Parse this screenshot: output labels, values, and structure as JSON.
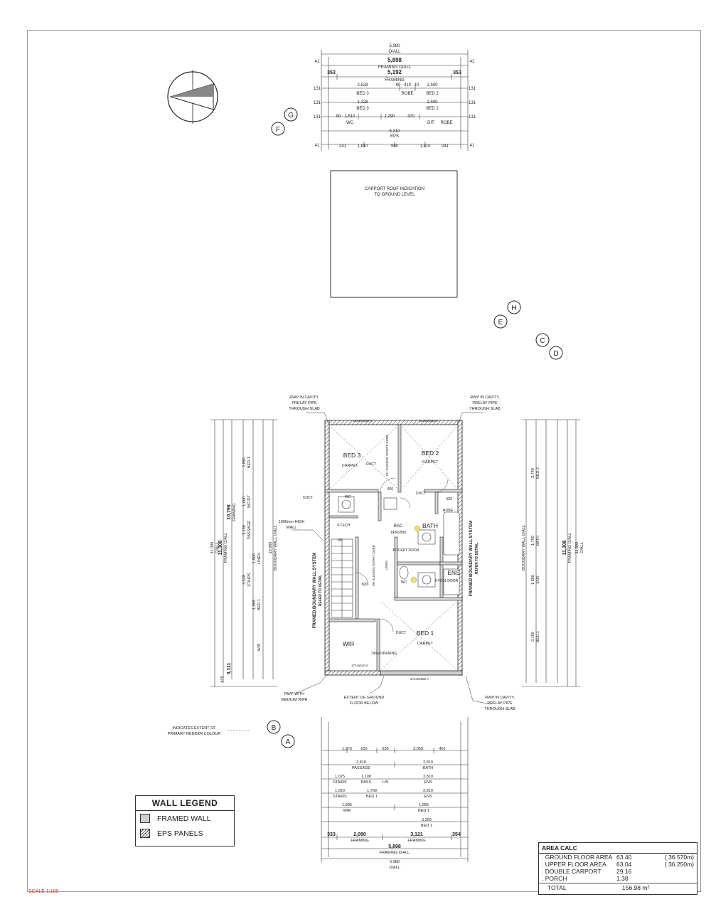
{
  "top_dims": {
    "rows": [
      {
        "text": "5,980"
      },
      {
        "text": "O/ALL"
      },
      {
        "text": "5,898"
      },
      {
        "text": "FRAMING O/ALL"
      },
      {
        "text": "5,192"
      },
      {
        "text": "FRAMING"
      },
      {
        "text": "353"
      },
      {
        "text": "353"
      },
      {
        "text": "2,528"
      },
      {
        "text": "90"
      },
      {
        "text": "410"
      },
      {
        "text": "10"
      },
      {
        "text": "2,500"
      },
      {
        "text": "BED 3"
      },
      {
        "text": "ROBE"
      },
      {
        "text": "BED 2"
      },
      {
        "text": "1,128"
      },
      {
        "text": "BED 3"
      },
      {
        "text": "2,500"
      },
      {
        "text": "BED 2"
      },
      {
        "text": "90"
      },
      {
        "text": "1,510"
      },
      {
        "text": "1,290"
      },
      {
        "text": "370"
      },
      {
        "text": "WC"
      },
      {
        "text": "DIT"
      },
      {
        "text": "ROBE"
      },
      {
        "text": "5,310"
      },
      {
        "text": "EPS"
      },
      {
        "text": "241"
      },
      {
        "text": "1,810"
      },
      {
        "text": "990"
      },
      {
        "text": "1,810"
      },
      {
        "text": "241"
      }
    ],
    "side_labels": [
      "41",
      "131",
      "131",
      "131",
      "41",
      "41",
      "131",
      "131",
      "131",
      "41"
    ]
  },
  "grid_markers": {
    "F": "F",
    "G": "G",
    "E": "E",
    "H": "H",
    "C": "C",
    "D": "D",
    "B": "B",
    "A": "A"
  },
  "carport": {
    "line1": "CARPORT ROOF INDICATION",
    "line2": "TO GROUND LEVEL"
  },
  "rooms": {
    "bed3": "BED 3",
    "bed3_floor": "CARPET",
    "bed2": "BED 2",
    "bed2_floor": "CARPET",
    "bed1": "BED 1",
    "bed1_floor": "CARPET",
    "bath": "BATH",
    "ens": "ENS",
    "wir": "WIR",
    "wc": "WC",
    "robe": "ROBE",
    "rac": "RAC",
    "rac_size": "1450x590",
    "linen": "LINEN",
    "duct1": "DUCT",
    "duct2": "DUCT",
    "duct3": "DUCT",
    "duct4": "DUCT",
    "vtech": "V-TECH",
    "up": "UP",
    "w820a": "820",
    "w820b": "820",
    "w820c": "820",
    "ph_sliders_top": "PH SLIDERS SOFFIT OVER",
    "ph_sliders_mid": "PH SLIDERS SOFFIT OVER",
    "pocket_door": "POCKET DOOR",
    "hyd_door": "HYD01 DOOR",
    "wc_span": "WC",
    "opening": "740w OPENING",
    "win_top_left": "1543X1810 A",
    "win_top_right": "1543X1810 A",
    "win_bot_left": "1714x610 A",
    "win_bot_right": "1714x2650 A"
  },
  "notes": {
    "rwp_top_left": [
      "RWP IN CAVITY,",
      "PRELAY PIPE",
      "THROUGH SLAB"
    ],
    "rwp_top_right": [
      "RWP IN CAVITY,",
      "PRELAY PIPE",
      "THROUGH SLAB"
    ],
    "rwp_bottom_right": [
      "RWP IN CAVITY,",
      "PRELAY PIPE",
      "THROUGH SLAB"
    ],
    "rwp_bottom_left": [
      "RWP WITH",
      "MEDIUM RWH"
    ],
    "high_wall": [
      "1000mm HIGH",
      "WALL"
    ],
    "extent_ground": [
      "EXTENT OF GROUND",
      "FLOOR BELOW"
    ],
    "primary_render": [
      "INDICATES EXTENT OF",
      "PRIMARY RENDER COLOUR"
    ],
    "framed_boundary": [
      "FRAMED BOUNDARY WALL SYSTEM",
      "REFER TO DETAIL"
    ]
  },
  "left_dims": {
    "overall": "11,390",
    "overall_lbl": "O/ALL",
    "framing": "11,308",
    "framing_lbl": "FRAMING O/ALL",
    "inner": "10,798",
    "inner_lbl": "FRAMING",
    "boundary": "10,988",
    "boundary_lbl": "BOUNDARY WALL O/ALL",
    "bottom": "3,111",
    "bottom_small": "419",
    "items": [
      "2,850",
      "BED 3",
      "1,000",
      "WC/DT",
      "3,135",
      "PASSAGE",
      "1,500",
      "LINEN",
      "3,528",
      "STAIRS",
      "1,595",
      "BED 1",
      "WIR"
    ]
  },
  "right_dims": {
    "overall": "11,390",
    "overall_lbl": "O/ALL",
    "framing": "11,308",
    "framing_lbl": "FRAMING O/ALL",
    "boundary_lbl": "BOUNDARY WALL O/ALL",
    "items": [
      "3,740",
      "BED 2",
      "1,790",
      "BATH",
      "1,890",
      "ENS",
      "3,105",
      "BED 1"
    ]
  },
  "bottom_dims": {
    "rows": [
      {
        "text": "1,070"
      },
      {
        "text": "610"
      },
      {
        "text": "630"
      },
      {
        "text": "2,050"
      },
      {
        "text": "401"
      },
      {
        "text": "2,818"
      },
      {
        "text": "PASSAGE"
      },
      {
        "text": "2,810"
      },
      {
        "text": "BATH"
      },
      {
        "text": "1,025"
      },
      {
        "text": "1,108"
      },
      {
        "text": "STAIRS"
      },
      {
        "text": "PASS"
      },
      {
        "text": "LIN"
      },
      {
        "text": "2,810"
      },
      {
        "text": "ENS"
      },
      {
        "text": "1,020"
      },
      {
        "text": "1,708"
      },
      {
        "text": "2,810"
      },
      {
        "text": "STAIRS"
      },
      {
        "text": "BED 1"
      },
      {
        "text": "ENS"
      },
      {
        "text": "1,895"
      },
      {
        "text": "WIR"
      },
      {
        "text": "1,285"
      },
      {
        "text": "BED 1"
      },
      {
        "text": "3,265"
      },
      {
        "text": "BED 1"
      },
      {
        "text": "333"
      },
      {
        "text": "2,090"
      },
      {
        "text": "3,121"
      },
      {
        "text": "354"
      },
      {
        "text": "FRAMING"
      },
      {
        "text": "FRAMING"
      },
      {
        "text": "5,898"
      },
      {
        "text": "FRAMING O/ALL"
      },
      {
        "text": "5,980"
      },
      {
        "text": "O/ALL"
      }
    ]
  },
  "legend": {
    "title": "WALL LEGEND",
    "framed": "FRAMED WALL",
    "eps": "EPS PANELS"
  },
  "area_calc": {
    "title": "AREA CALC",
    "rows": [
      {
        "label": ". GROUND FLOOR AREA",
        "value": "63.40",
        "paren": "( 36.570m)"
      },
      {
        "label": ". UPPER FLOOR AREA",
        "value": "63.04",
        "paren": "( 36.250m)"
      },
      {
        "label": ". DOUBLE CARPORT",
        "value": "29.16",
        "paren": ""
      },
      {
        "label": ". PORCH",
        "value": "1.38",
        "paren": ""
      }
    ],
    "total_label": "TOTAL",
    "total_value": "156.98 m²"
  },
  "scale": "SCALE 1:100"
}
